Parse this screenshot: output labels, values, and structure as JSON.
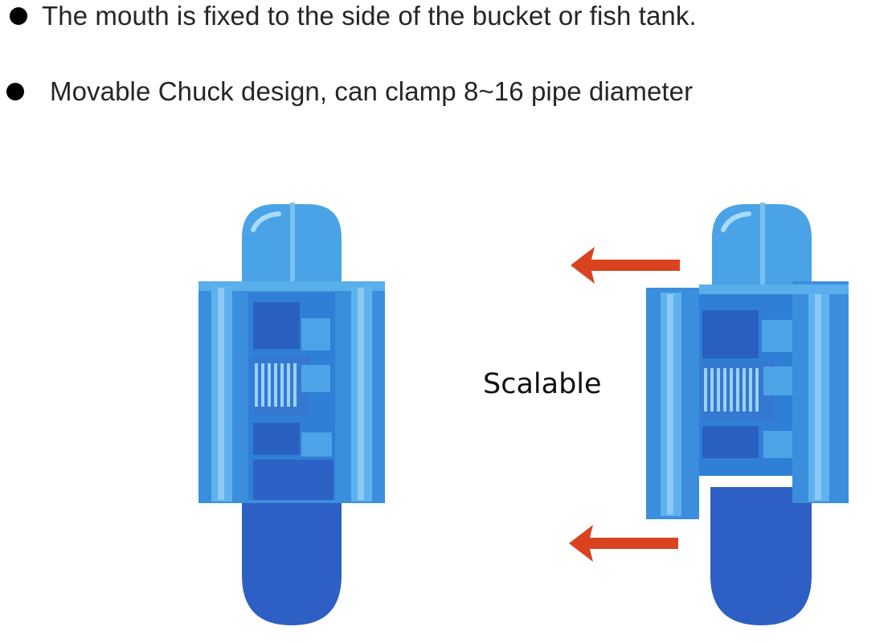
{
  "bullets": [
    "The mouth is fixed to the side of the bucket or fish tank.",
    "Movable Chuck design, can clamp 8~16 pipe diameter"
  ],
  "diagram": {
    "label": "Scalable",
    "colors": {
      "light_blue": "#4aa3e6",
      "mid_blue": "#2f7fd6",
      "deep_blue": "#2e5fc4",
      "darker_blue": "#2652b0",
      "arrow_red": "#d9431f"
    }
  }
}
